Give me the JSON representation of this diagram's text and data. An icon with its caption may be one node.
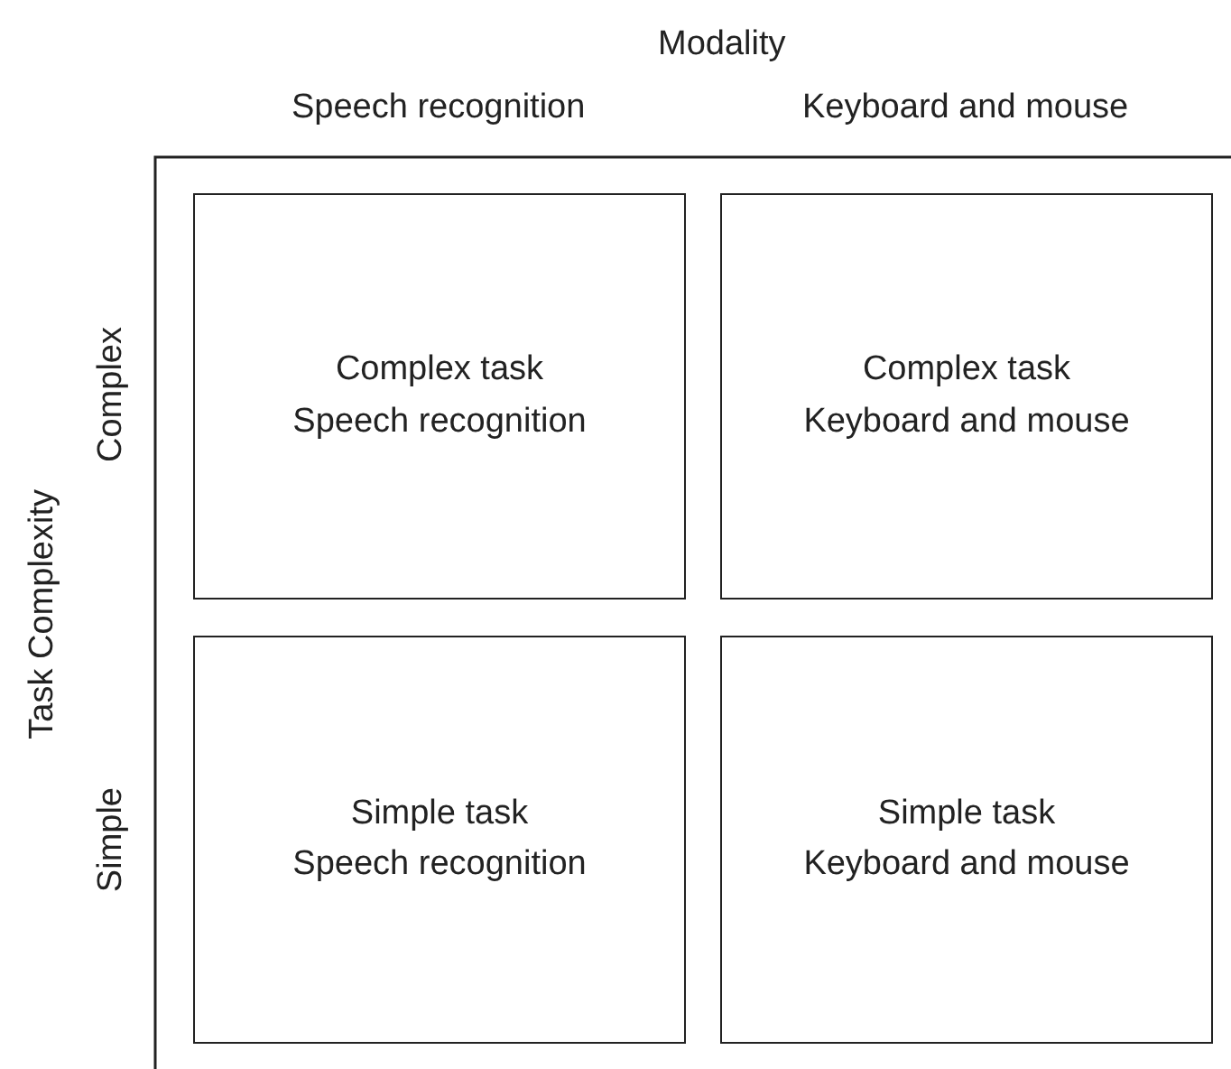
{
  "diagram": {
    "nodes": [
      {
        "text": [
          "Complex task",
          "Speech recognition"
        ]
      },
      {
        "text": [
          "Complex task",
          "Keyboard and mouse"
        ]
      },
      {
        "text": [
          "Simple task",
          "Speech recognition"
        ]
      },
      {
        "text": [
          "Simple task",
          "Keyboard and mouse"
        ]
      }
    ],
    "edges": [],
    "labels": [
      "Modality",
      "Speech recognition",
      "Keyboard and mouse",
      "Task Complexity",
      "Complex",
      "Simple"
    ]
  }
}
